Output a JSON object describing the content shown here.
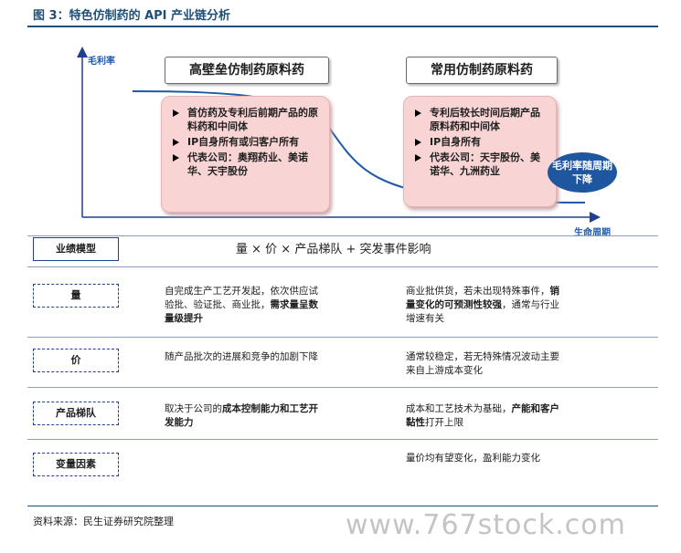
{
  "figure_title": "图 3：特色仿制药的 API 产业链分析",
  "chart": {
    "y_axis_label": "毛利率",
    "x_axis_label": "生命周期",
    "stage_a": {
      "title": "高壁垒仿制药原料药",
      "bullets": [
        "首仿药及专利后前期产品的原料药和中间体",
        "IP自身所有或归客户所有",
        "代表公司：奥翔药业、美诺华、天宇股份"
      ]
    },
    "stage_b": {
      "title": "常用仿制药原料药",
      "bullets": [
        "专利后较长时间后期产品原料药和中间体",
        "IP自身所有",
        "代表公司：天宇股份、美诺华、九洲药业"
      ]
    },
    "callout": "毛利率随周期下降"
  },
  "table": {
    "header_label": "业绩模型",
    "formula": "量 × 价 × 产品梯队 + 突发事件影响",
    "rows": [
      {
        "label": "量",
        "col_a": [
          {
            "t": "自完成生产工艺开发起，依次供应试验批、验证批、商业批，",
            "b": false
          },
          {
            "t": "需求量呈数量级提升",
            "b": true
          }
        ],
        "col_b": [
          {
            "t": "商业批供货，若未出现特殊事件，",
            "b": false
          },
          {
            "t": "销量变化的可预测性较强",
            "b": true
          },
          {
            "t": "，通常与行业增速有关",
            "b": false
          }
        ]
      },
      {
        "label": "价",
        "col_a": [
          {
            "t": "随产品批次的进展和竞争的加剧下降",
            "b": false
          }
        ],
        "col_b": [
          {
            "t": "通常较稳定，若无特殊情况波动主要来自上游成本变化",
            "b": false
          }
        ]
      },
      {
        "label": "产品梯队",
        "col_a": [
          {
            "t": "取决于公司的",
            "b": false
          },
          {
            "t": "成本控制能力和工艺开发能力",
            "b": true
          }
        ],
        "col_b": [
          {
            "t": "成本和工艺技术为基础，",
            "b": false
          },
          {
            "t": "产能和客户黏性",
            "b": true
          },
          {
            "t": "打开上限",
            "b": false
          }
        ]
      },
      {
        "label": "变量因素",
        "col_a": [],
        "col_b": [
          {
            "t": "量价均有望变化，盈利能力变化",
            "b": false
          }
        ]
      }
    ]
  },
  "source": "资料来源：民生证券研究院整理",
  "watermark": "www.767stock.com",
  "colors": {
    "accent": "#1f5aa8",
    "pink": "#f8d4d4",
    "oval": "#1e56a0"
  }
}
